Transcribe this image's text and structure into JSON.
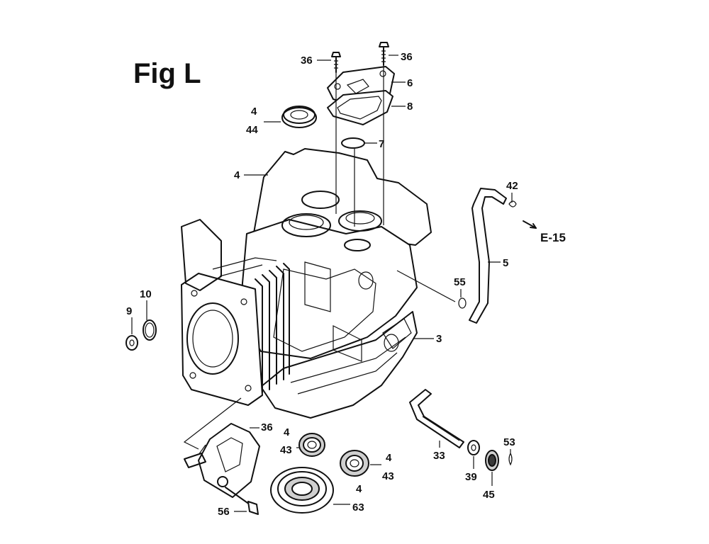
{
  "title": "Fig L",
  "reference": "E-15",
  "labels": {
    "p36a": "36",
    "p36b": "36",
    "p6": "6",
    "p8": "8",
    "p7": "7",
    "p4a": "4",
    "p44": "44",
    "p4b": "4",
    "p42": "42",
    "p5": "5",
    "p55": "55",
    "p3": "3",
    "p10": "10",
    "p9": "9",
    "p36c": "36",
    "p4c": "4",
    "p43a": "43",
    "p4d": "4",
    "p43b": "43",
    "p4e": "4",
    "p63": "63",
    "p56": "56",
    "p33": "33",
    "p39": "39",
    "p53": "53",
    "p45": "45"
  }
}
